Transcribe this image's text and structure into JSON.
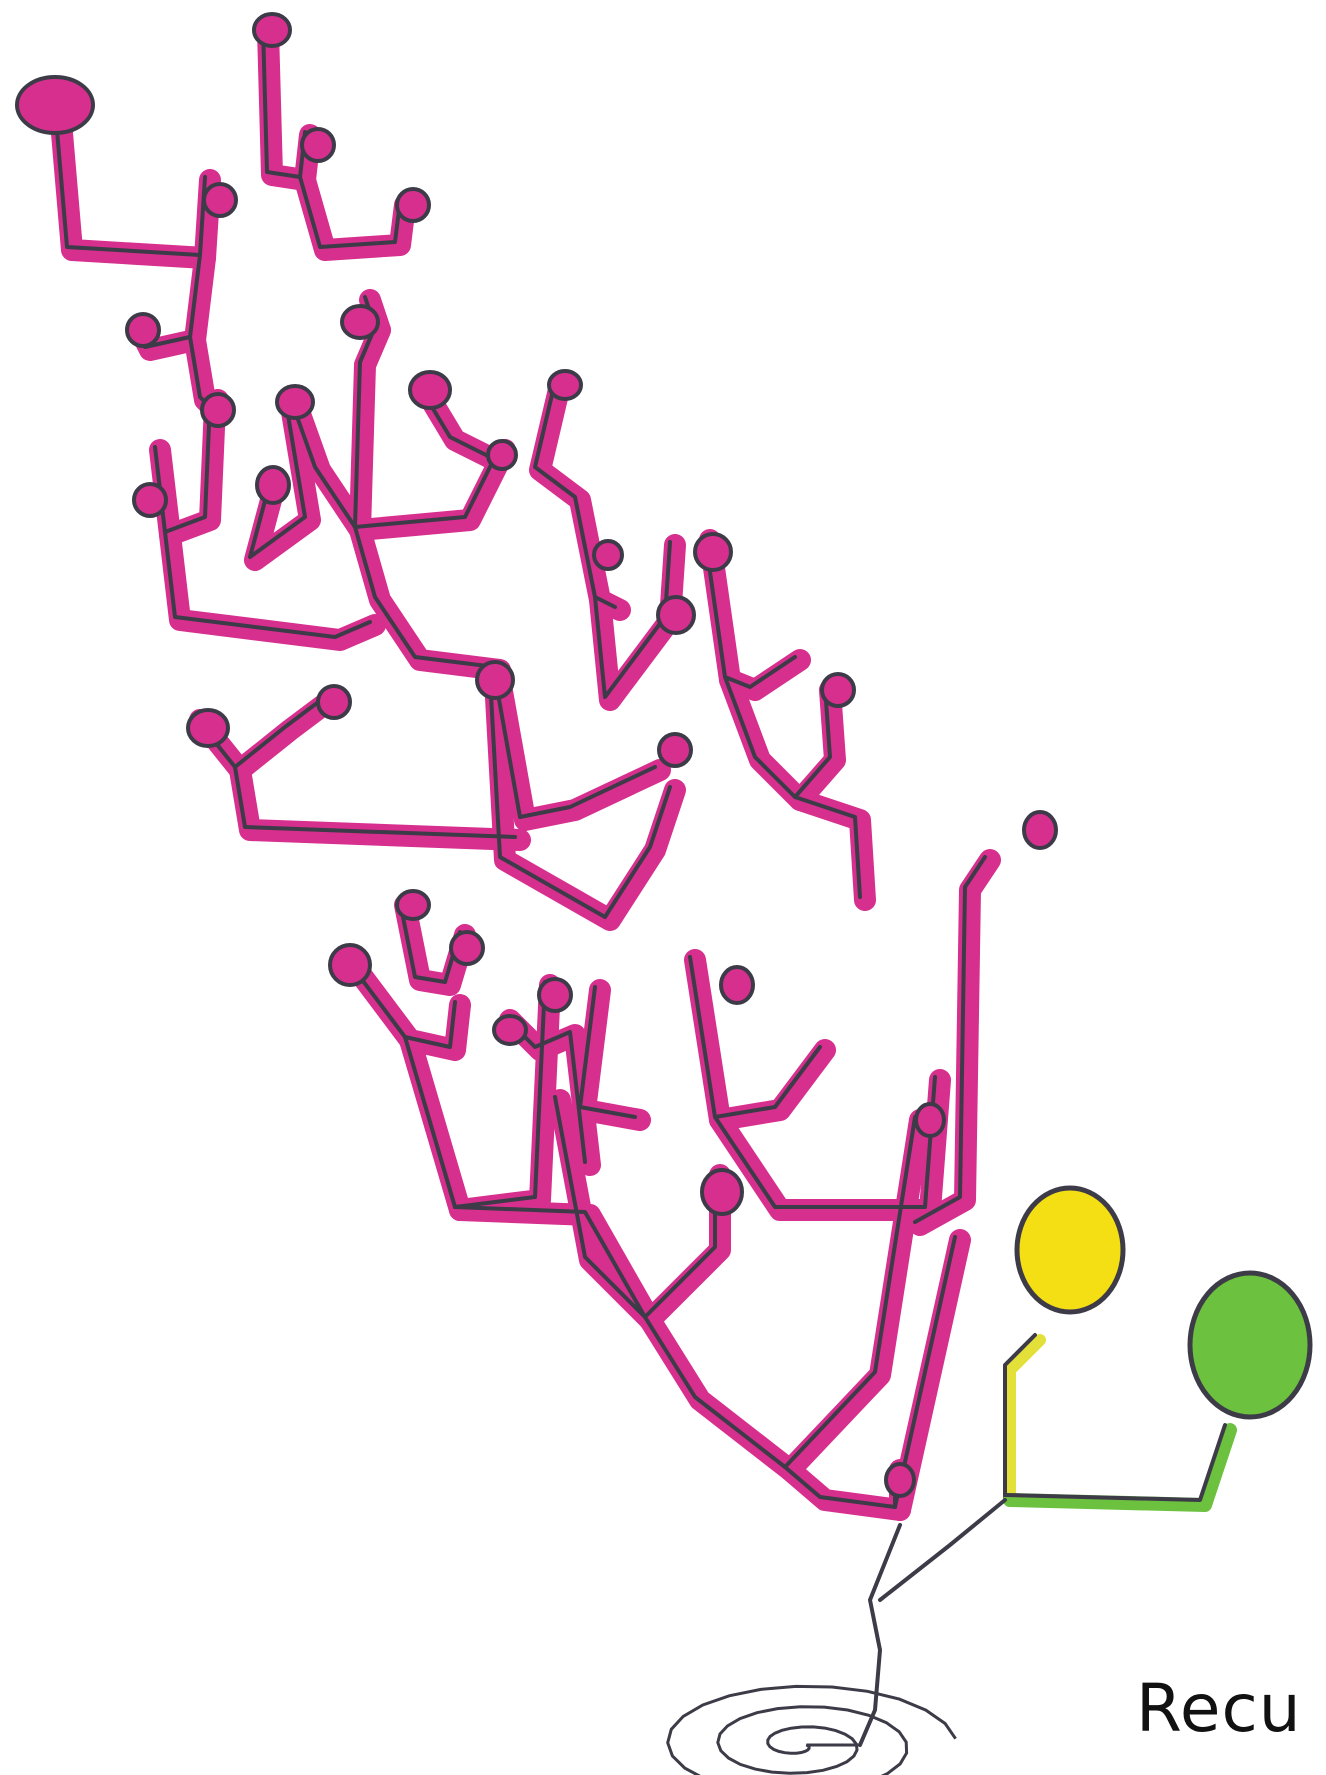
{
  "caption": "Recu",
  "colors": {
    "magenta": "#d62f8e",
    "outline": "#3d3b48",
    "yellow": "#f4de14",
    "green": "#6cc13e",
    "yellow_trunk": "#e4e03a",
    "green_trunk": "#6cc13e",
    "background": "#ffffff"
  },
  "diagram": {
    "description_nodes": {
      "main_tree_color": "magenta",
      "side_nodes": [
        "yellow",
        "green"
      ]
    }
  }
}
